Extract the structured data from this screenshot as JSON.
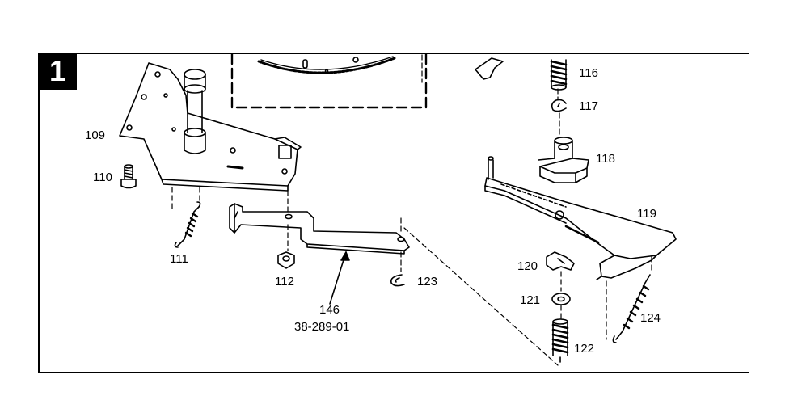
{
  "figure": {
    "panel_number": "1",
    "callouts": {
      "p109": "109",
      "p110": "110",
      "p111": "111",
      "p112": "112",
      "p146": "146",
      "p146_part_no": "38-289-01",
      "p123": "123",
      "p116": "116",
      "p117": "117",
      "p118": "118",
      "p119": "119",
      "p120": "120",
      "p121": "121",
      "p122": "122",
      "p124": "124"
    }
  }
}
